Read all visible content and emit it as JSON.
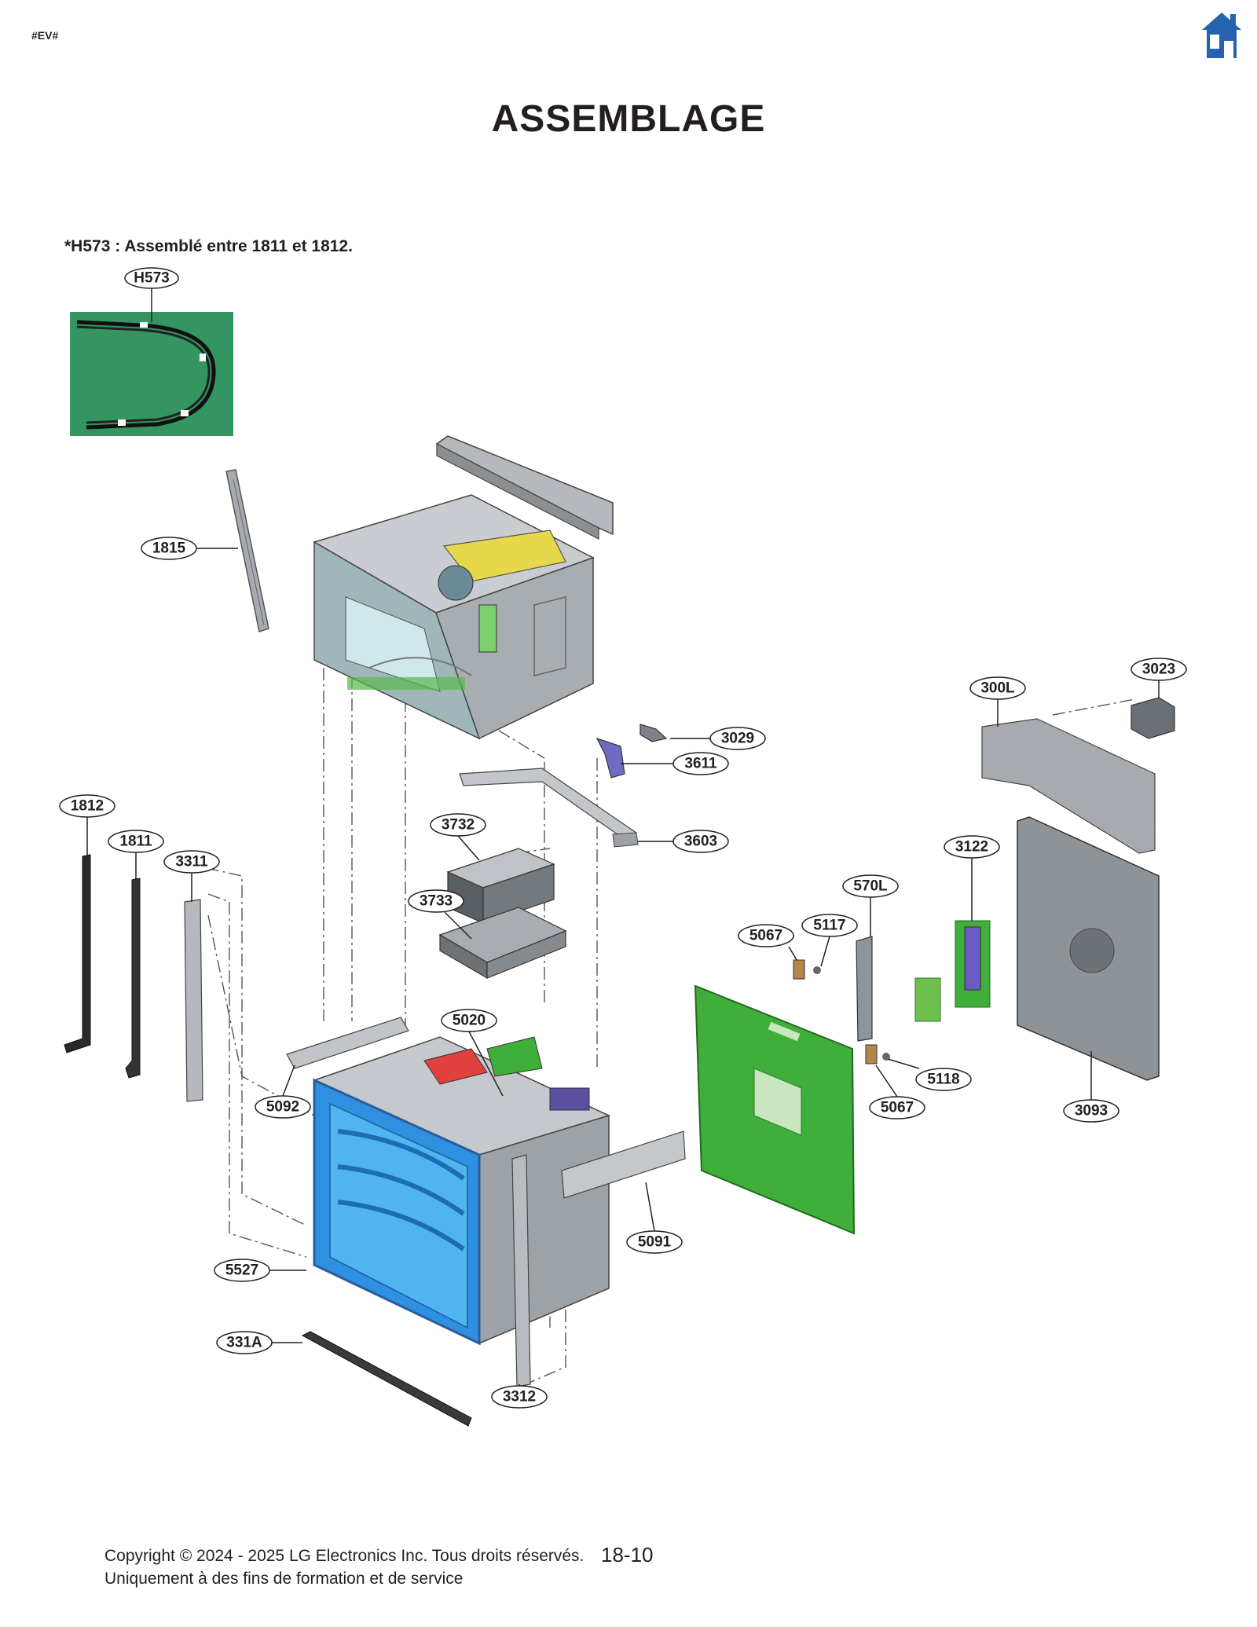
{
  "header": {
    "tag": "#EV#",
    "title": "ASSEMBLAGE",
    "home_icon": "home-icon"
  },
  "note": "*H573 : Assemblé entre 1811 et 1812.",
  "callouts": {
    "H573": "H573",
    "1815": "1815",
    "1812": "1812",
    "1811": "1811",
    "3311": "3311",
    "3029": "3029",
    "3611": "3611",
    "3603": "3603",
    "3732": "3732",
    "3733": "3733",
    "5020": "5020",
    "5092": "5092",
    "5527": "5527",
    "331A": "331A",
    "3312": "3312",
    "5091": "5091",
    "3023": "3023",
    "300L": "300L",
    "3122": "3122",
    "570L": "570L",
    "5067a": "5067",
    "5117": "5117",
    "5118": "5118",
    "5067b": "5067",
    "3093": "3093"
  },
  "colors": {
    "accent_blue": "#2563b0",
    "part_green": "#3fae3a",
    "part_yellow": "#e6d84a",
    "cavity_blue": "#2f8fe0",
    "part_gray": "#9a9fa4",
    "part_red": "#e0413c",
    "photo_green": "#2e8f5a"
  },
  "footer": {
    "copyright": "Copyright © 2024 - 2025 LG Electronics Inc. Tous droits réservés.",
    "usage": "Uniquement à des fins de formation et de service",
    "page": "18-10"
  }
}
